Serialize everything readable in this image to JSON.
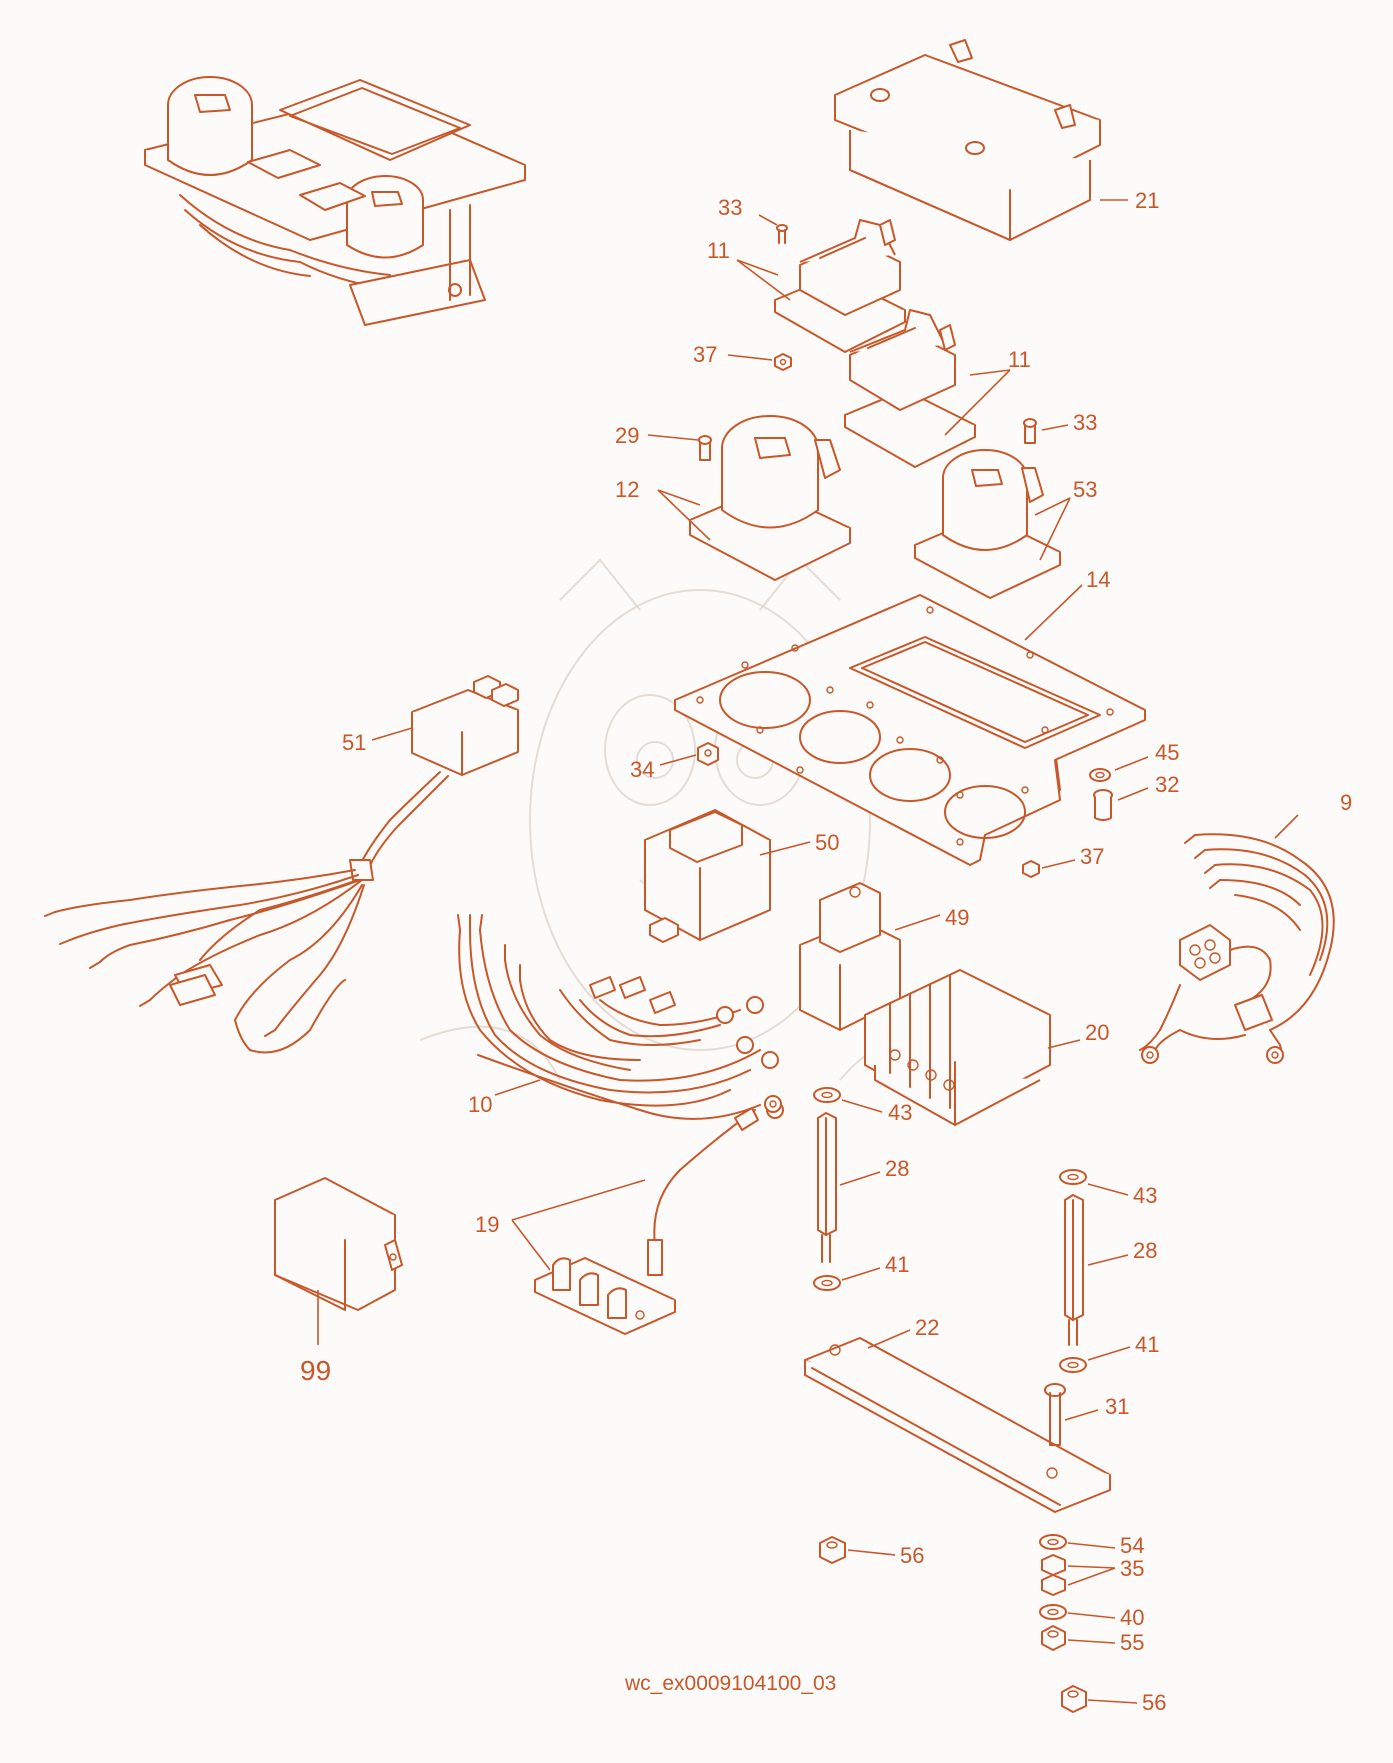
{
  "drawing_code": "wc_ex0009104100_03",
  "callouts": {
    "c21": "21",
    "c33a": "33",
    "c11a": "11",
    "c37a": "37",
    "c11b": "11",
    "c29": "29",
    "c33b": "33",
    "c12": "12",
    "c53": "53",
    "c14": "14",
    "c51": "51",
    "c34": "34",
    "c45": "45",
    "c32": "32",
    "c9": "9",
    "c50": "50",
    "c37b": "37",
    "c49": "49",
    "c20": "20",
    "c10": "10",
    "c43a": "43",
    "c28a": "28",
    "c43b": "43",
    "c19": "19",
    "c41a": "41",
    "c28b": "28",
    "c99": "99",
    "c22": "22",
    "c41b": "41",
    "c31": "31",
    "c54": "54",
    "c56a": "56",
    "c35": "35",
    "c40": "40",
    "c55": "55",
    "c56b": "56"
  },
  "colors": {
    "line": "#c8572a",
    "background": "#fdfbf9"
  }
}
